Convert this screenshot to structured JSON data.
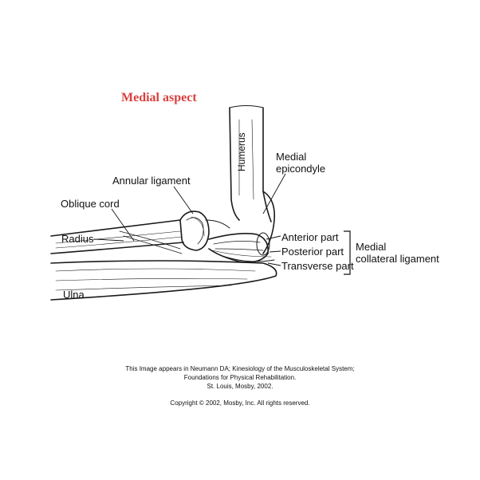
{
  "title": "Medial aspect",
  "title_color": "#d9413f",
  "labels": {
    "humerus": "Humerus",
    "medial_epicondyle": [
      "Medial",
      "epicondyle"
    ],
    "annular_ligament": "Annular ligament",
    "oblique_cord": "Oblique cord",
    "radius": "Radius",
    "ulna": "Ulna",
    "anterior_part": "Anterior part",
    "posterior_part": "Posterior part",
    "transverse_part": "Transverse part",
    "medial_collateral_ligament": [
      "Medial",
      "collateral ligament"
    ]
  },
  "credit": [
    "This Image appears in Neumann DA; Kinesiology of the Musculoskeletal System;",
    "Foundations for Physical Rehabilitation.",
    "St. Louis, Mosby, 2002."
  ],
  "copyright": "Copyright © 2002, Mosby, Inc. All rights reserved."
}
